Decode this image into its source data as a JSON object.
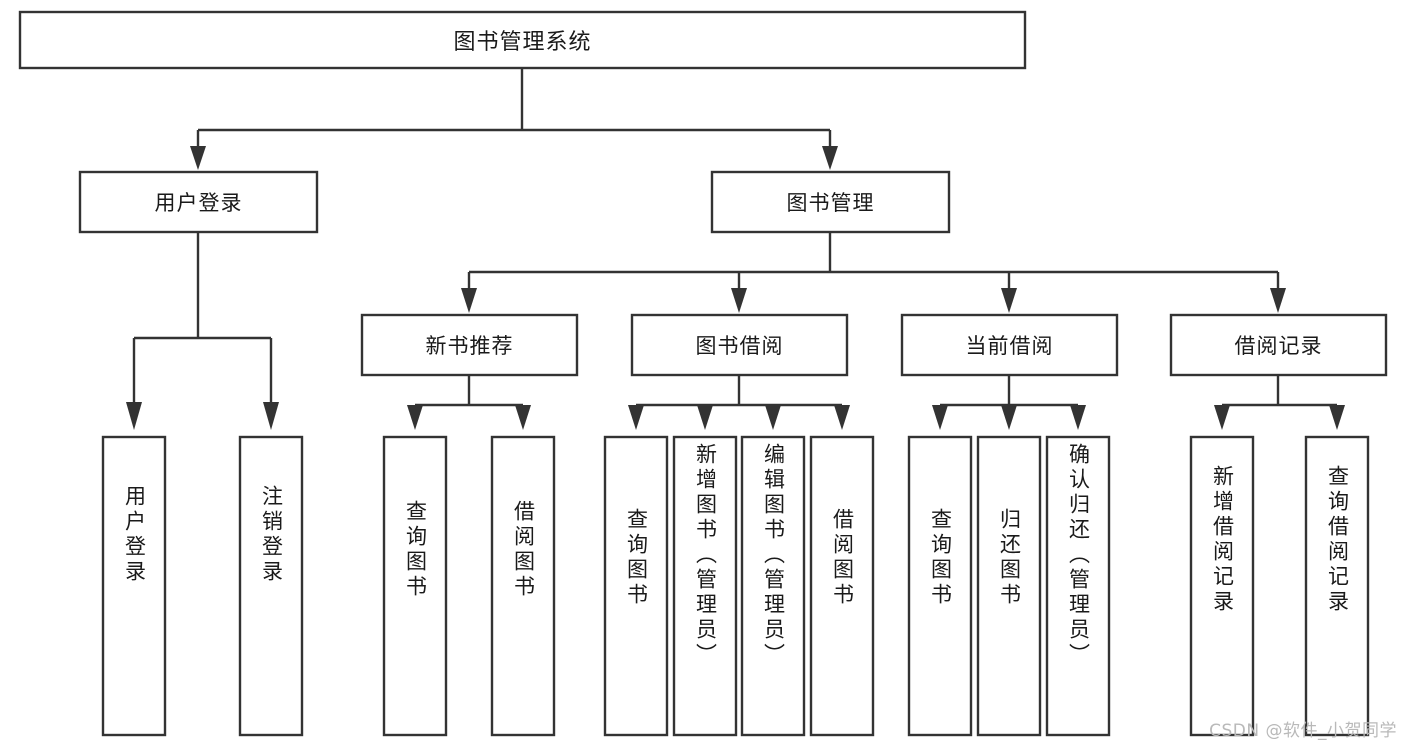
{
  "diagram": {
    "kind": "tree-hierarchy-chart",
    "title": "图书管理系统",
    "colors": {
      "background": "#ffffff",
      "box_fill": "#ffffff",
      "box_stroke": "#333333",
      "text": "#1a1a1a",
      "watermark": "#b9b9b9"
    },
    "root": {
      "label": "图书管理系统"
    },
    "level2": [
      {
        "label": "用户登录"
      },
      {
        "label": "图书管理"
      }
    ],
    "level3": [
      {
        "label": "新书推荐"
      },
      {
        "label": "图书借阅"
      },
      {
        "label": "当前借阅"
      },
      {
        "label": "借阅记录"
      }
    ],
    "leaves": {
      "user_login": [
        {
          "label": "用户登录"
        },
        {
          "label": "注销登录"
        }
      ],
      "new_book_recommend": [
        {
          "label": "查询图书"
        },
        {
          "label": "借阅图书"
        }
      ],
      "book_borrow": [
        {
          "label": "查询图书"
        },
        {
          "label": "新增图书（管理员）"
        },
        {
          "label": "编辑图书（管理员）"
        },
        {
          "label": "借阅图书"
        }
      ],
      "current_borrow": [
        {
          "label": "查询图书"
        },
        {
          "label": "归还图书"
        },
        {
          "label": "确认归还（管理员）"
        }
      ],
      "borrow_record": [
        {
          "label": "新增借阅记录"
        },
        {
          "label": "查询借阅记录"
        }
      ]
    },
    "watermark": "CSDN @软件_小贺同学"
  }
}
